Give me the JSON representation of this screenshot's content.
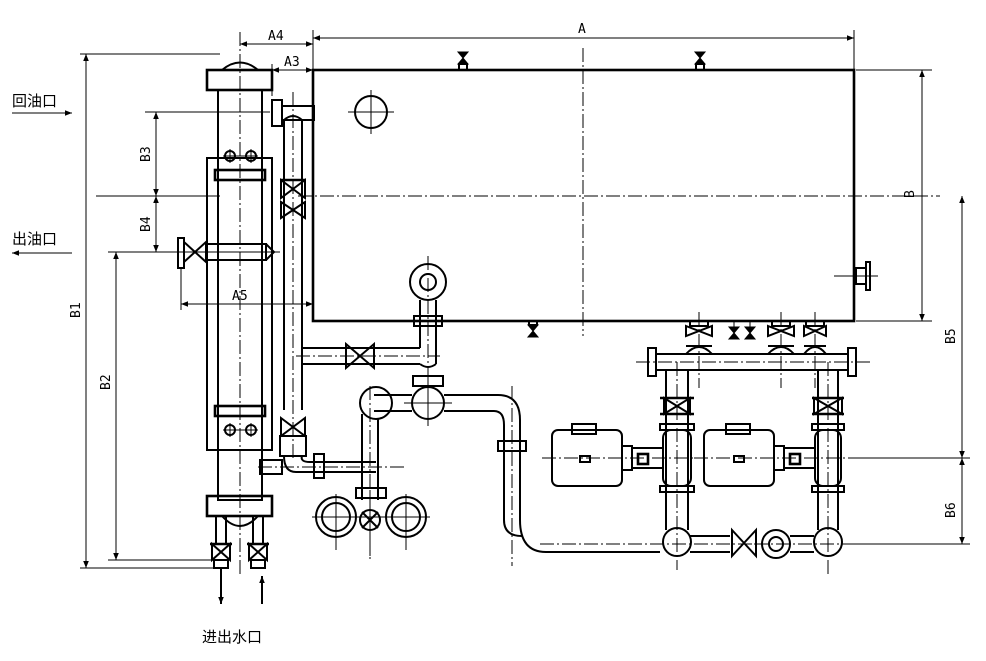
{
  "labels": {
    "return_oil_port": "回油口",
    "oil_outlet_port": "出油口",
    "water_inlet_outlet": "进出水口"
  },
  "dimensions": {
    "A": "A",
    "A3": "A3",
    "A4": "A4",
    "A5": "A5",
    "B": "B",
    "B1": "B1",
    "B2": "B2",
    "B3": "B3",
    "B4": "B4",
    "B5": "B5",
    "B6": "B6"
  }
}
